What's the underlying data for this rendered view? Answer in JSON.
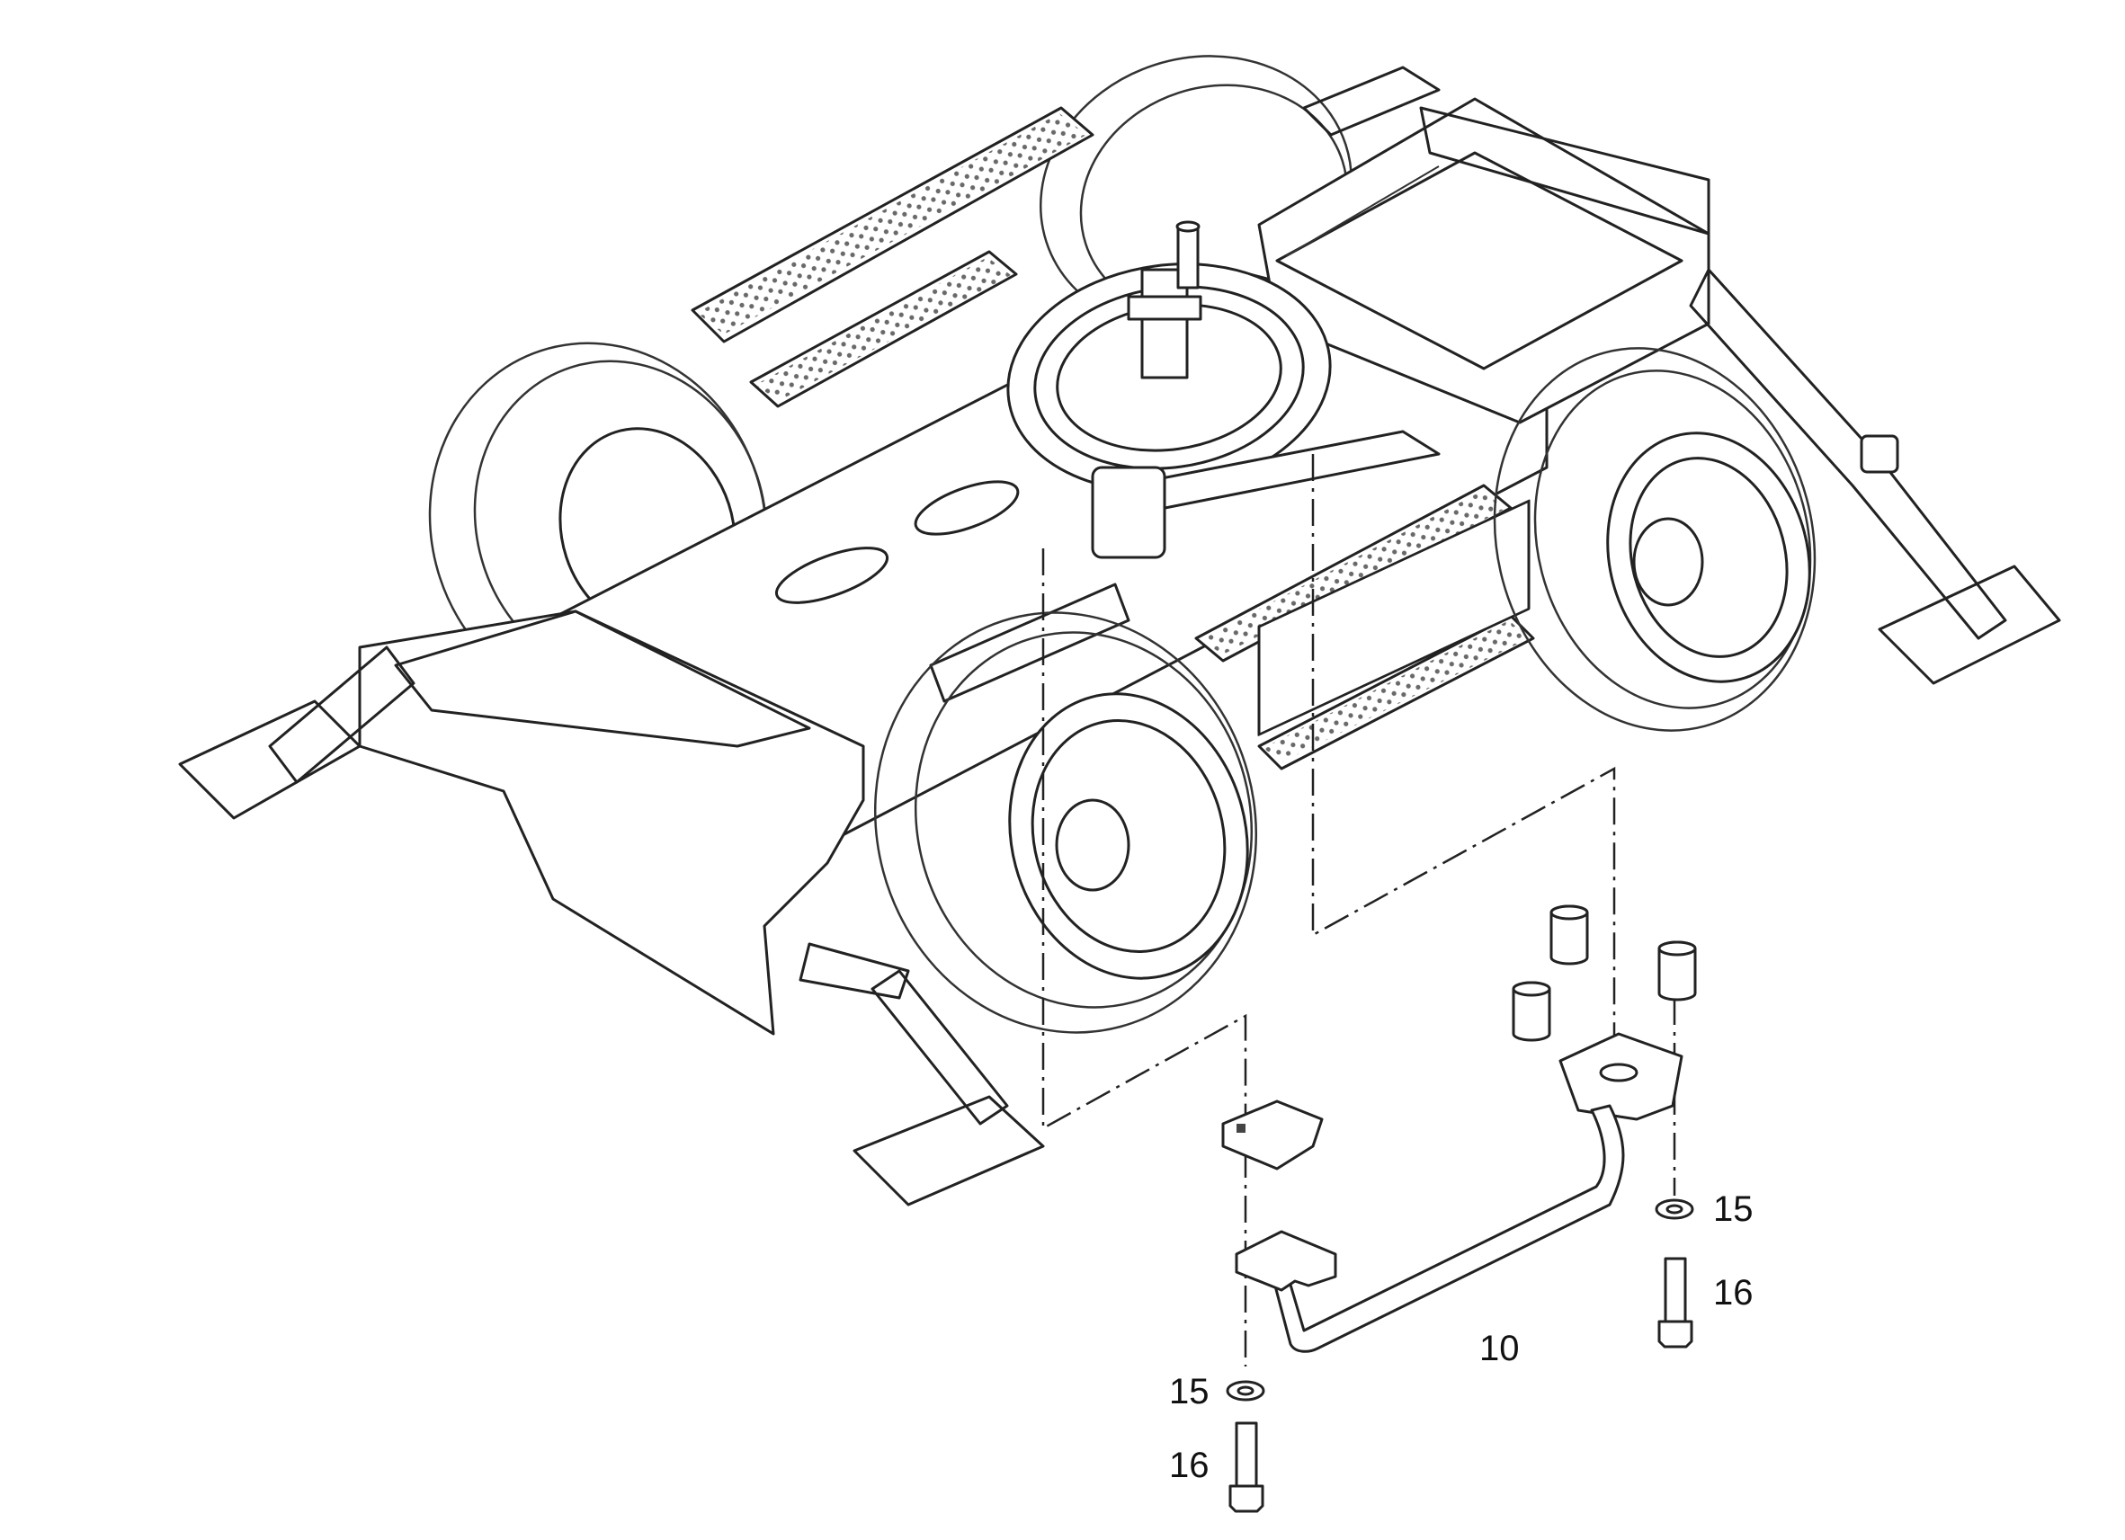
{
  "callouts": [
    {
      "id": "10",
      "text": "10"
    },
    {
      "id": "15-right",
      "text": "15"
    },
    {
      "id": "16-right",
      "text": "16"
    },
    {
      "id": "15-left",
      "text": "15"
    },
    {
      "id": "16-left",
      "text": "16"
    }
  ]
}
